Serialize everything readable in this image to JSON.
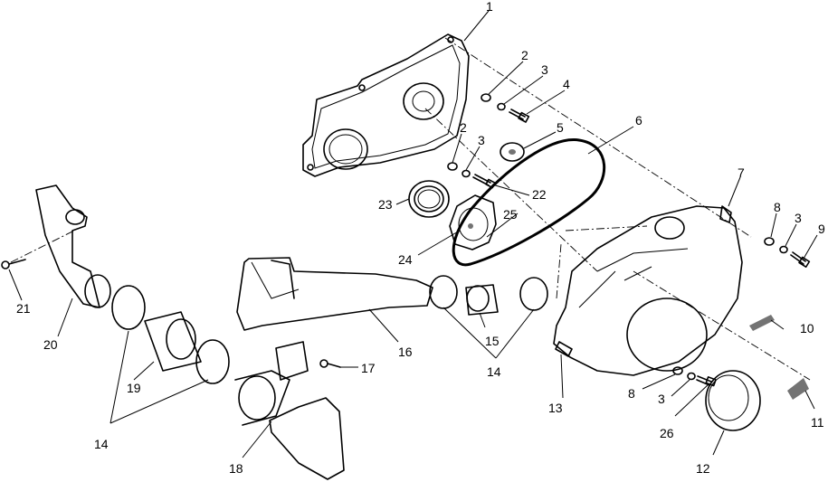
{
  "callouts": {
    "c1": "1",
    "c2a": "2",
    "c3a": "3",
    "c4": "4",
    "c2b": "2",
    "c3b": "3",
    "c5": "5",
    "c6": "6",
    "c7": "7",
    "c8a": "8",
    "c3c": "3",
    "c9": "9",
    "c10": "10",
    "c11": "11",
    "c12": "12",
    "c13": "13",
    "c8b": "8",
    "c3d": "3",
    "c26": "26",
    "c22": "22",
    "c23": "23",
    "c24": "24",
    "c25": "25",
    "c15": "15",
    "c14a": "14",
    "c14b": "14",
    "c16": "16",
    "c17": "17",
    "c18": "18",
    "c19": "19",
    "c20": "20",
    "c21": "21"
  }
}
